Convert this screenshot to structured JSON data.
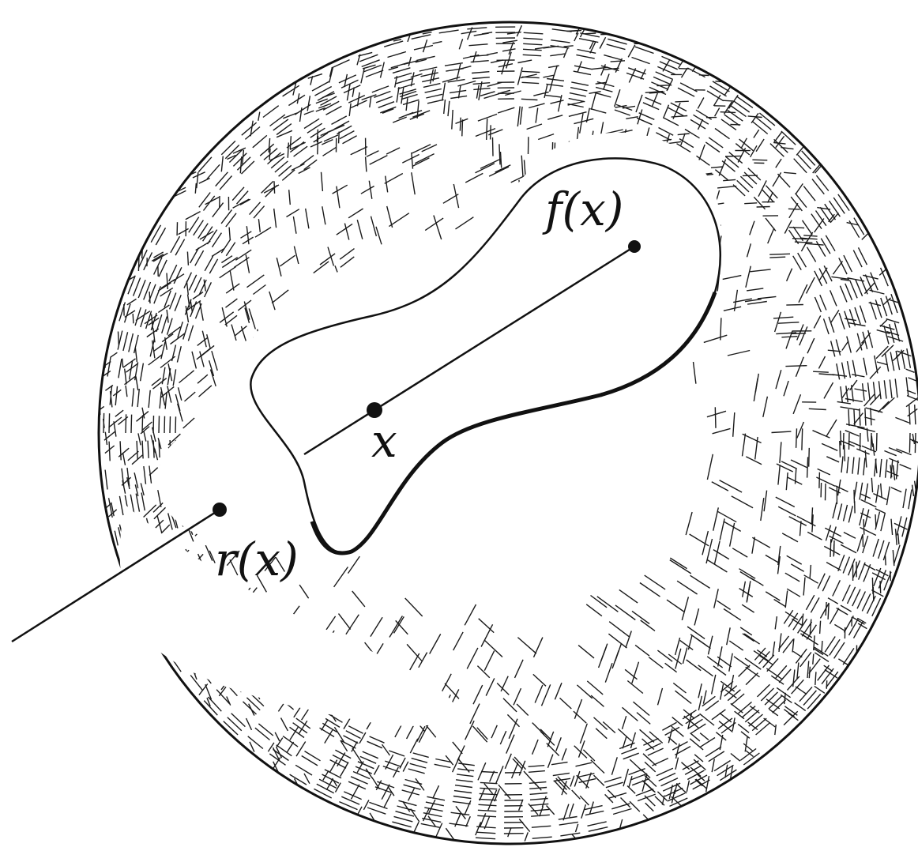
{
  "diagram": {
    "labels": {
      "x": "x",
      "fx": "f(x)",
      "rx": "r(x)"
    },
    "colors": {
      "ink": "#111111",
      "paper": "#ffffff"
    }
  }
}
